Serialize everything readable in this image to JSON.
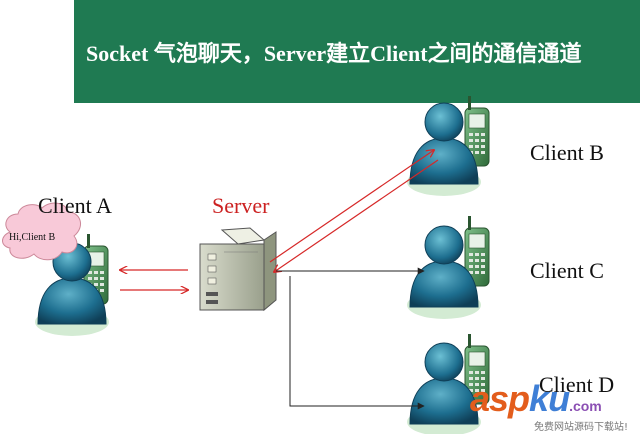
{
  "banner": {
    "title": "Socket 气泡聊天，Server建立Client之间的通信通道",
    "color": "#1f7a52"
  },
  "nodes": {
    "client_a": "Client A",
    "server": "Server",
    "client_b": "Client B",
    "client_c": "Client C",
    "client_d": "Client D"
  },
  "bubble": {
    "text": "Hi,Client B"
  },
  "colors": {
    "server_label": "#cc2222",
    "message_arrows": "#d62828",
    "channel_arrows": "#222222",
    "person_body": "#1d6e8f",
    "phone": "#4f9a5a"
  },
  "watermark": {
    "main_a": "asp",
    "main_b": "ku",
    "dotcom": ".com",
    "sub": "免费网站源码下载站!"
  }
}
